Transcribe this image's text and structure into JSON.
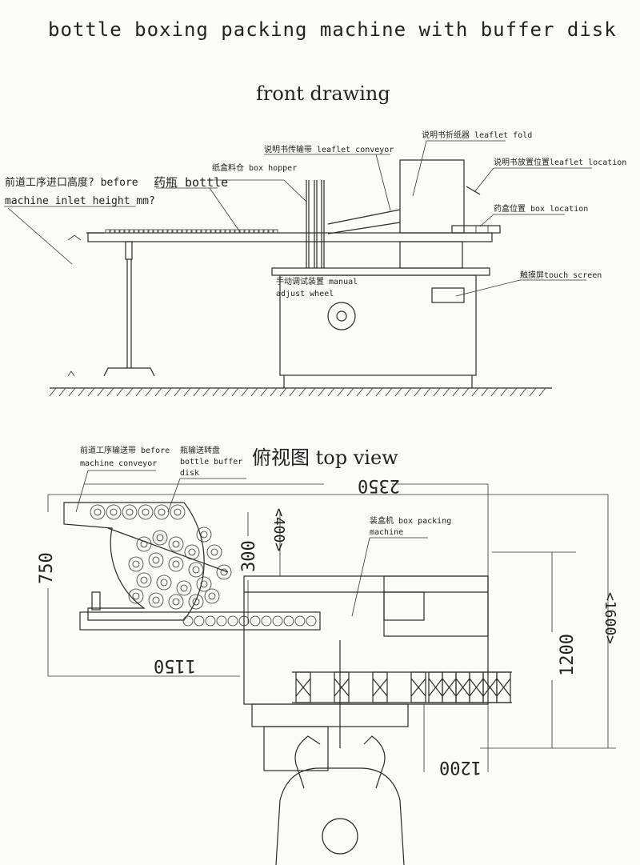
{
  "title": "bottle boxing packing machine with buffer disk",
  "front": {
    "heading": "front drawing",
    "labels": {
      "leaflet_fold": "说明书折纸器 leaflet fold",
      "leaflet_conveyor": "说明书传输带 leaflet conveyor",
      "leaflet_location": "说明书放置位置leaflet location",
      "box_hopper": "纸盒料仓 box hopper",
      "bottle": "药瓶 bottle",
      "inlet_height_1": "前道工序进口高度? before",
      "inlet_height_2": "machine inlet height mm?",
      "box_location": "药盒位置 box location",
      "touch_screen": "触摸屏touch screen",
      "manual_wheel_1": "手动调试装置 manual",
      "manual_wheel_2": "adjust wheel"
    }
  },
  "top": {
    "heading": "俯视图 top view",
    "labels": {
      "conveyor_1": "前道工序输送带 before",
      "conveyor_2": "machine conveyor",
      "buffer_1": "瓶输送转盘",
      "buffer_2": "bottle buffer",
      "buffer_3": "disk",
      "packer_1": "装盒机 box packing",
      "packer_2": "machine"
    },
    "dimensions": {
      "total_length": "2350",
      "disk_width": "750",
      "inlet_offset": "300",
      "inlet_offset_alt": "<400>",
      "disk_length": "1150",
      "machine_depth": "1200",
      "machine_depth_alt": "<1600>",
      "machine_length": "1200"
    }
  }
}
